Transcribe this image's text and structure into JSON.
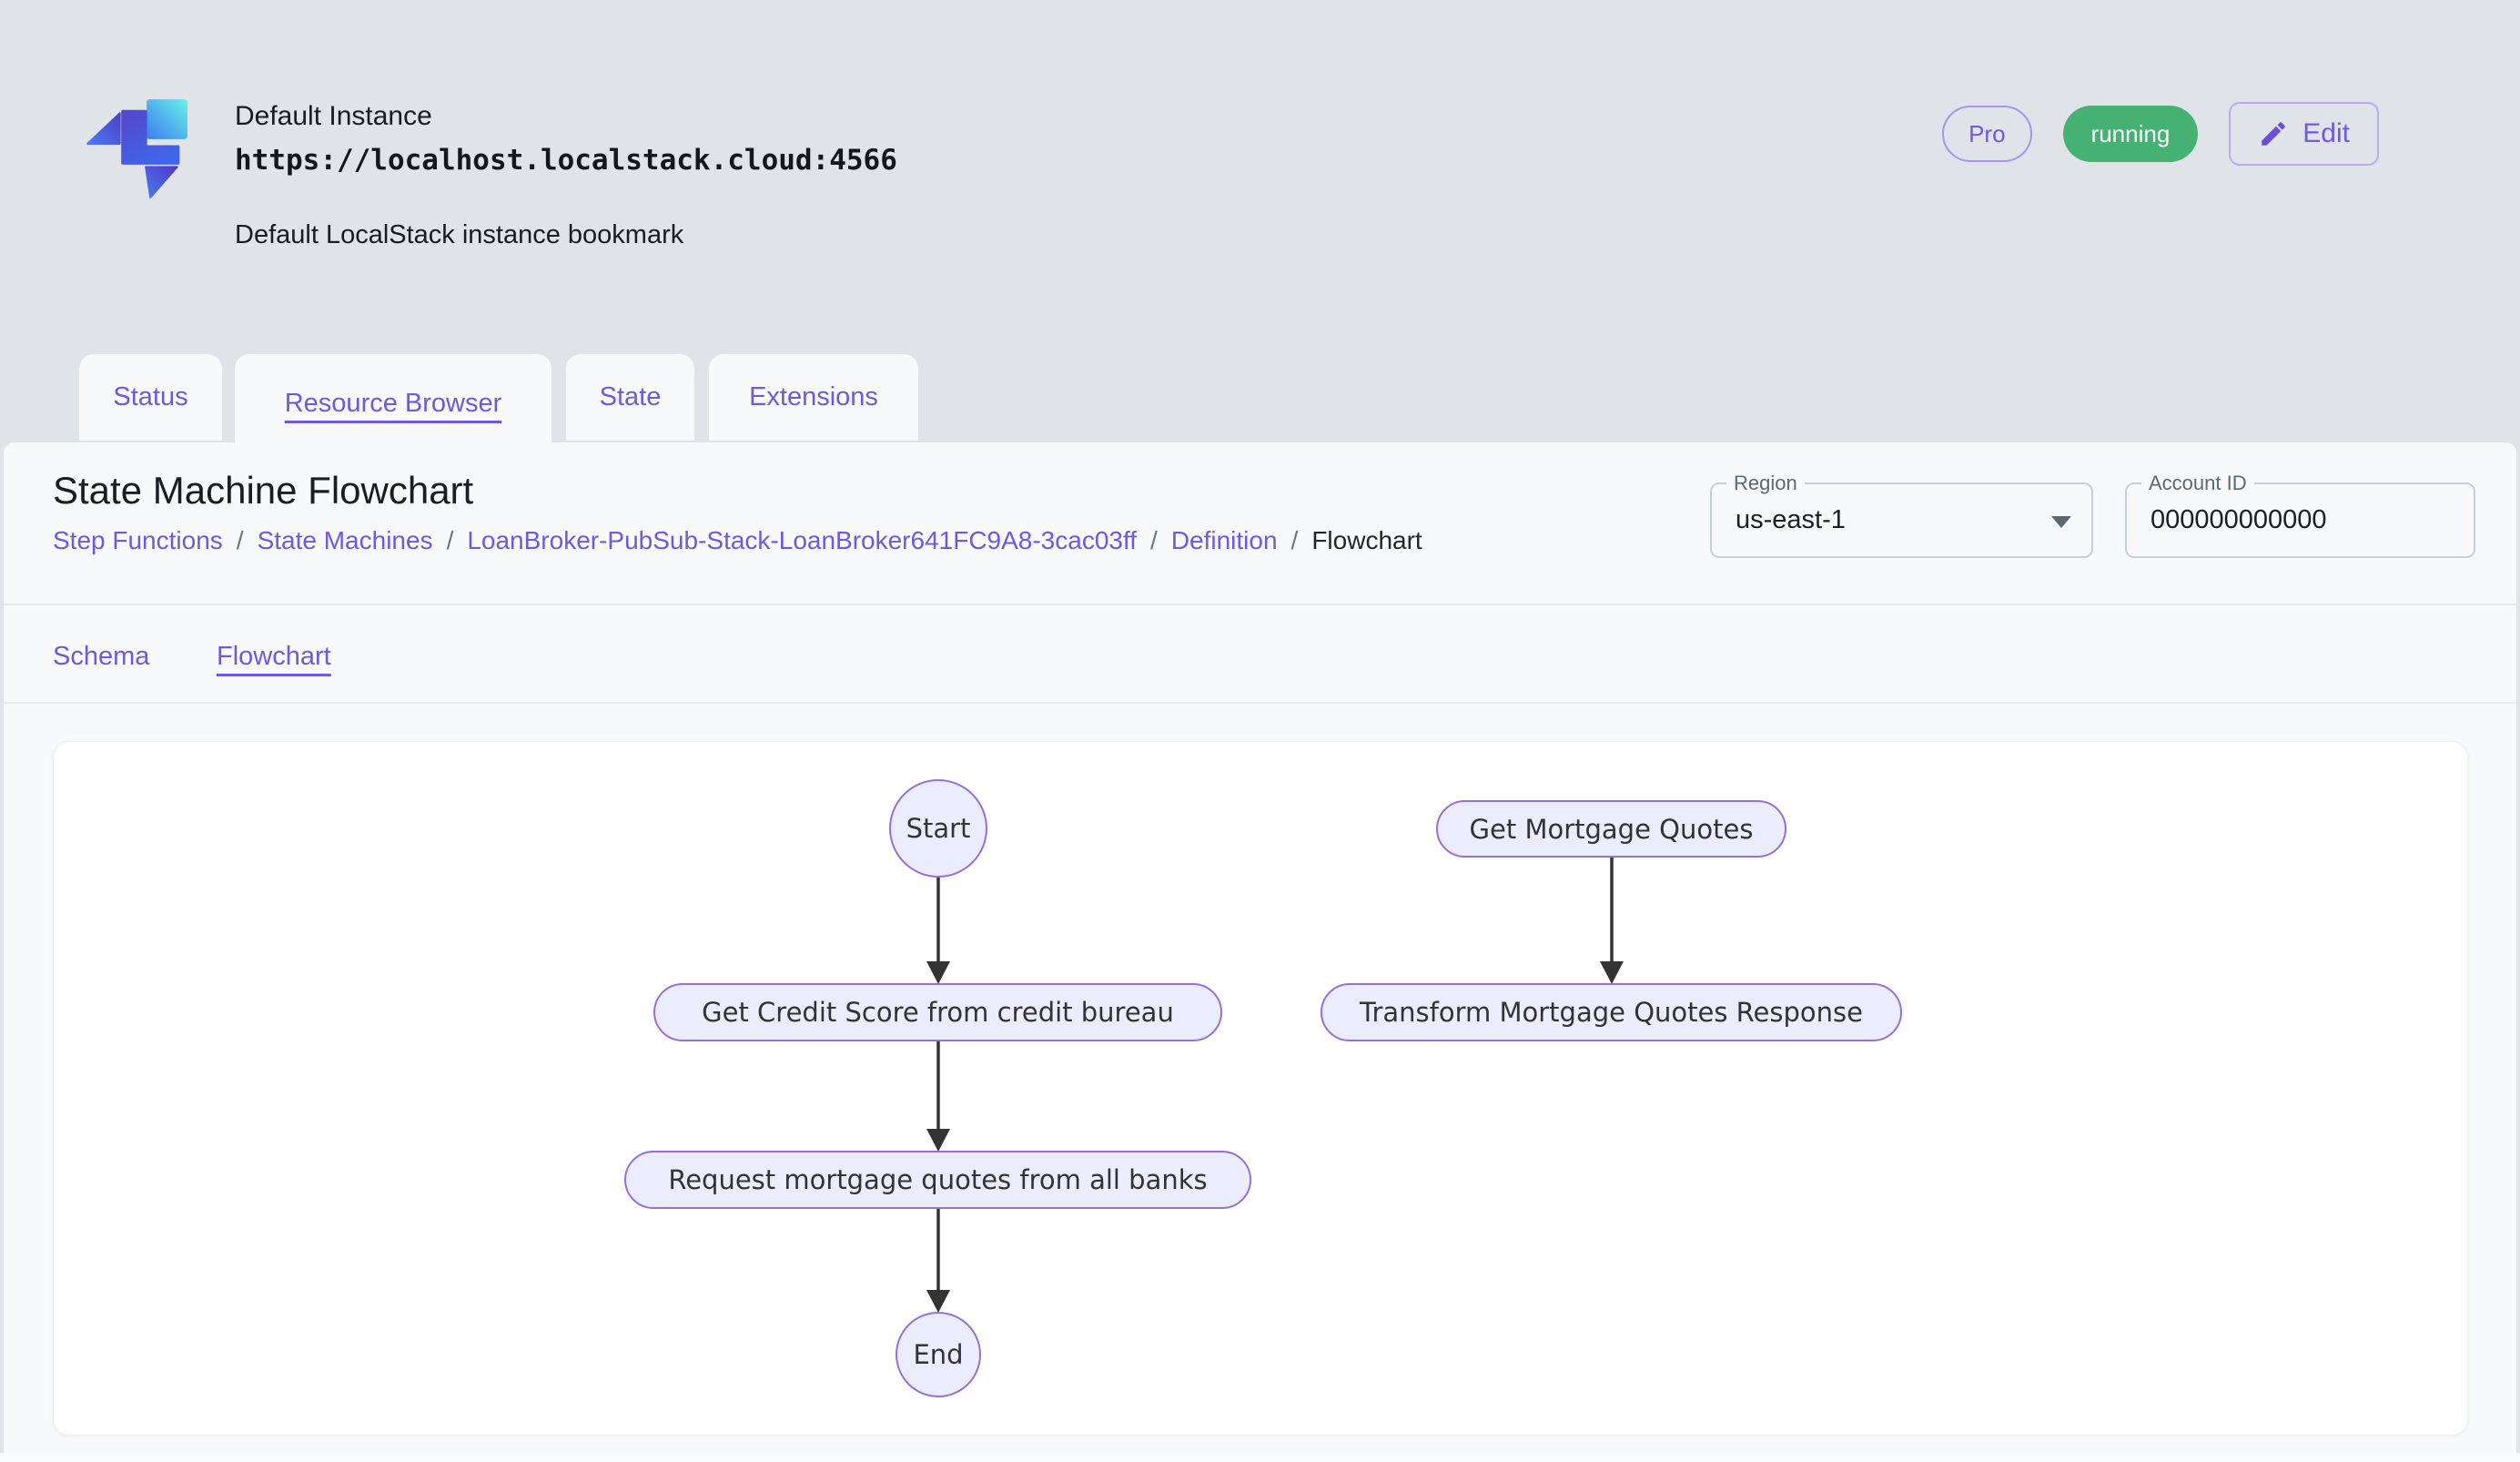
{
  "header": {
    "title": "Default Instance",
    "url": "https://localhost.localstack.cloud:4566",
    "subtitle": "Default LocalStack instance bookmark",
    "pro_badge": "Pro",
    "status_badge": "running",
    "edit_label": "Edit"
  },
  "tabs": [
    {
      "label": "Status",
      "active": false
    },
    {
      "label": "Resource Browser",
      "active": true
    },
    {
      "label": "State",
      "active": false
    },
    {
      "label": "Extensions",
      "active": false
    }
  ],
  "page": {
    "title": "State Machine Flowchart",
    "breadcrumb_separator": "/",
    "breadcrumbs": [
      "Step Functions",
      "State Machines",
      "LoanBroker-PubSub-Stack-LoanBroker641FC9A8-3cac03ff",
      "Definition",
      "Flowchart"
    ]
  },
  "controls": {
    "region": {
      "label": "Region",
      "value": "us-east-1"
    },
    "account": {
      "label": "Account ID",
      "value": "000000000000"
    }
  },
  "subtabs": [
    {
      "label": "Schema",
      "active": false
    },
    {
      "label": "Flowchart",
      "active": true
    }
  ],
  "flowchart": {
    "nodes": [
      {
        "id": "start",
        "label": "Start",
        "shape": "circle"
      },
      {
        "id": "get-credit-score",
        "label": "Get Credit Score from credit bureau",
        "shape": "stadium"
      },
      {
        "id": "request-quotes",
        "label": "Request mortgage quotes from all banks",
        "shape": "stadium"
      },
      {
        "id": "end",
        "label": "End",
        "shape": "circle"
      },
      {
        "id": "get-mortgage-quotes",
        "label": "Get Mortgage Quotes",
        "shape": "stadium"
      },
      {
        "id": "transform-response",
        "label": "Transform Mortgage Quotes Response",
        "shape": "stadium"
      }
    ],
    "edges": [
      {
        "from": "start",
        "to": "get-credit-score"
      },
      {
        "from": "get-credit-score",
        "to": "request-quotes"
      },
      {
        "from": "request-quotes",
        "to": "end"
      },
      {
        "from": "get-mortgage-quotes",
        "to": "transform-response"
      }
    ],
    "colors": {
      "node_fill": "#ECECFF",
      "node_border": "#9370DB",
      "arrow": "#333333"
    }
  },
  "colors": {
    "accent_purple": "#7059dd",
    "running_green": "#45b274",
    "page_background": "#e0e4e8",
    "panel_background": "#f7f9fa"
  }
}
